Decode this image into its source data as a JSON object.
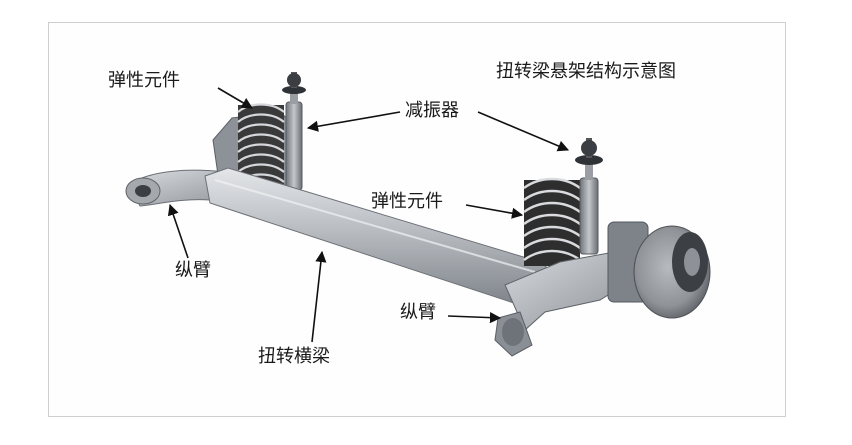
{
  "title": "扭转梁悬架结构示意图",
  "labels": {
    "spring_top": "弹性元件",
    "shock_absorber": "减振器",
    "spring_right": "弹性元件",
    "trailing_arm_left": "纵臂",
    "trailing_arm_right": "纵臂",
    "torsion_beam": "扭转横梁"
  },
  "colors": {
    "metal_light": "#c9ccd0",
    "metal_mid": "#9ea3a9",
    "metal_dark": "#5d6268",
    "coil_dark": "#2b2b2b",
    "line": "#111111"
  }
}
